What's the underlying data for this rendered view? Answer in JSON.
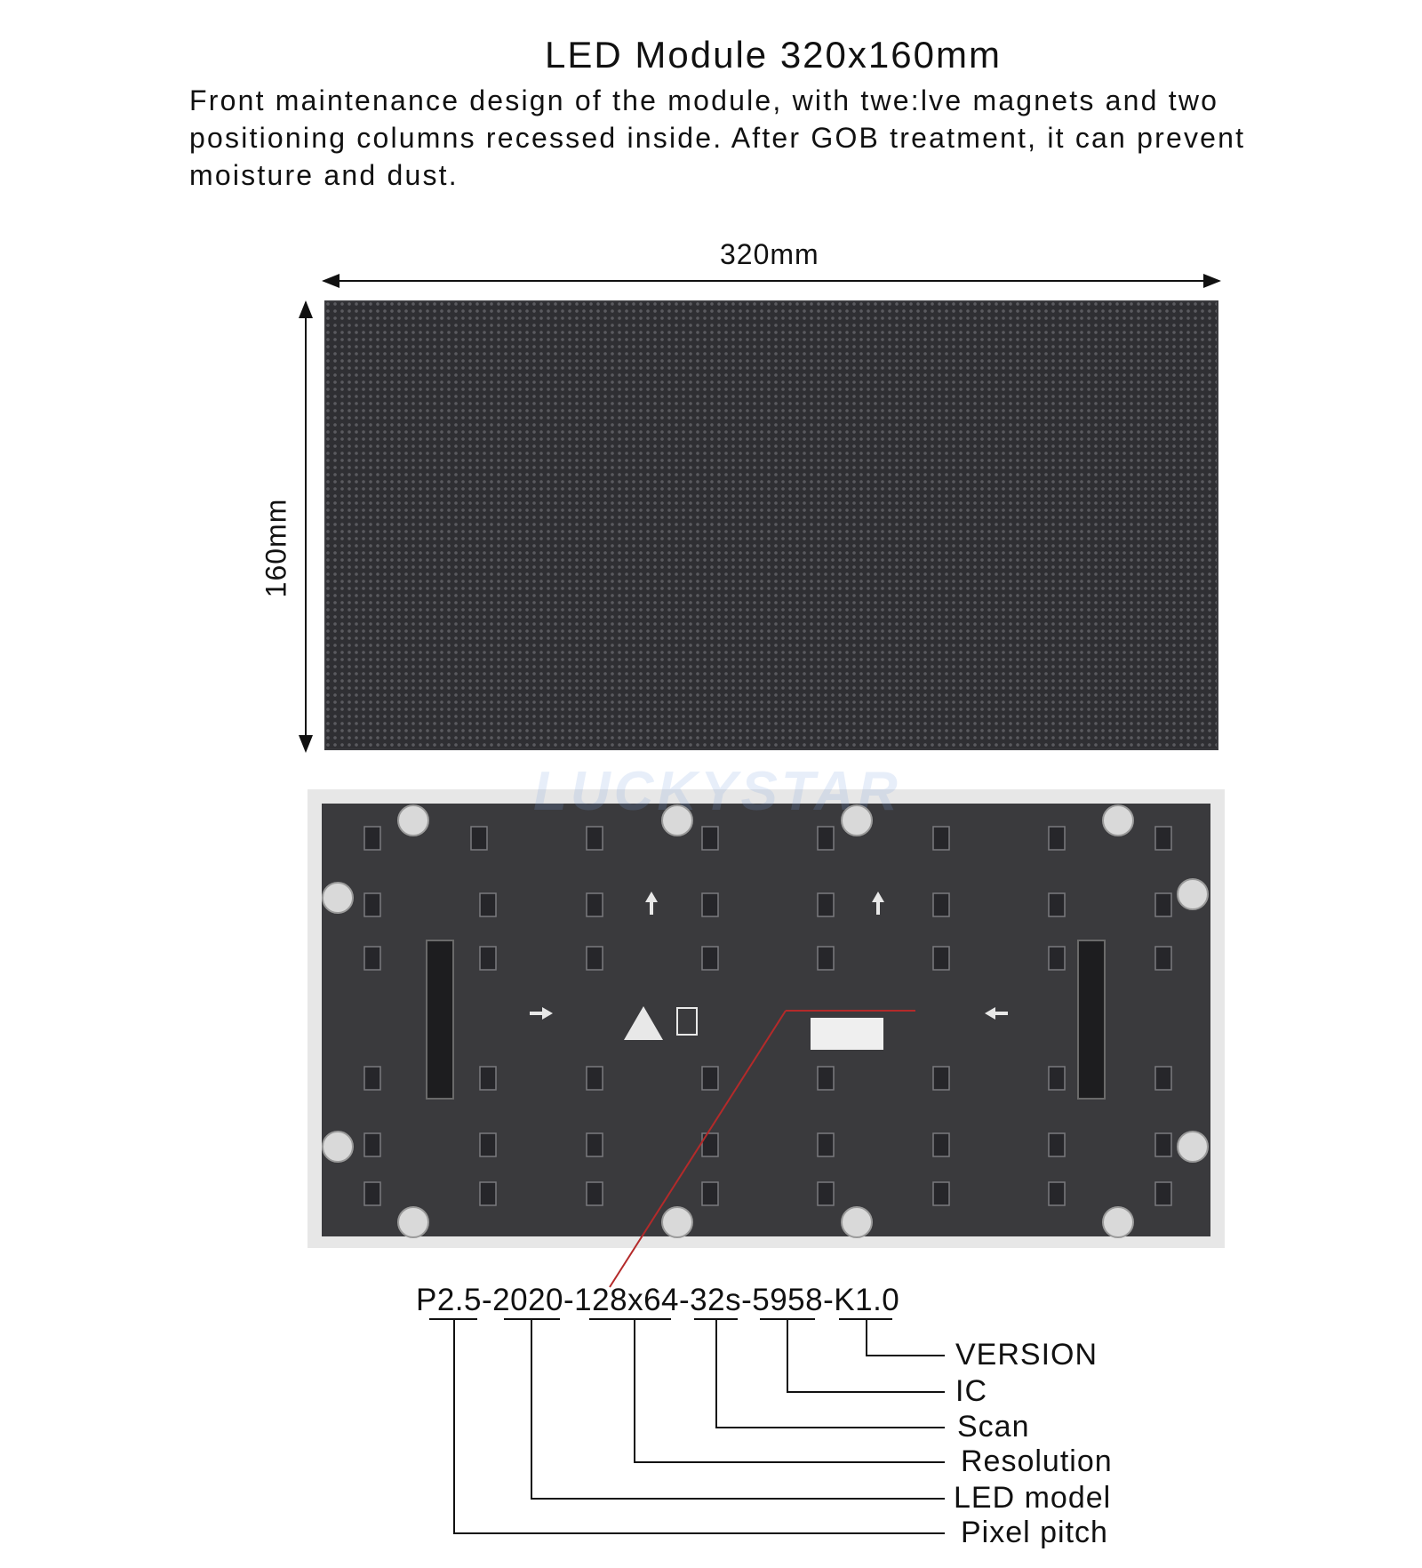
{
  "title": "LED Module 320x160mm",
  "description": "Front maintenance design of the module, with twe:lve magnets and two positioning columns recessed inside. After GOB treatment, it can prevent moisture and dust.",
  "dimensions": {
    "width_label": "320mm",
    "height_label": "160mm"
  },
  "watermark": "LUCKYSTAR",
  "model_code": "P2.5-2020-128x64-32s-5958-K1.0",
  "legend": {
    "version": "VERSION",
    "ic": "IC",
    "scan": "Scan",
    "resolution": "Resolution",
    "led_model": "LED model",
    "pixel_pitch": "Pixel pitch"
  },
  "colors": {
    "panel": "#2f2f33",
    "board": "#3a3a3d",
    "frame": "#e7e7e7",
    "pointer_line": "#b42a2a"
  }
}
